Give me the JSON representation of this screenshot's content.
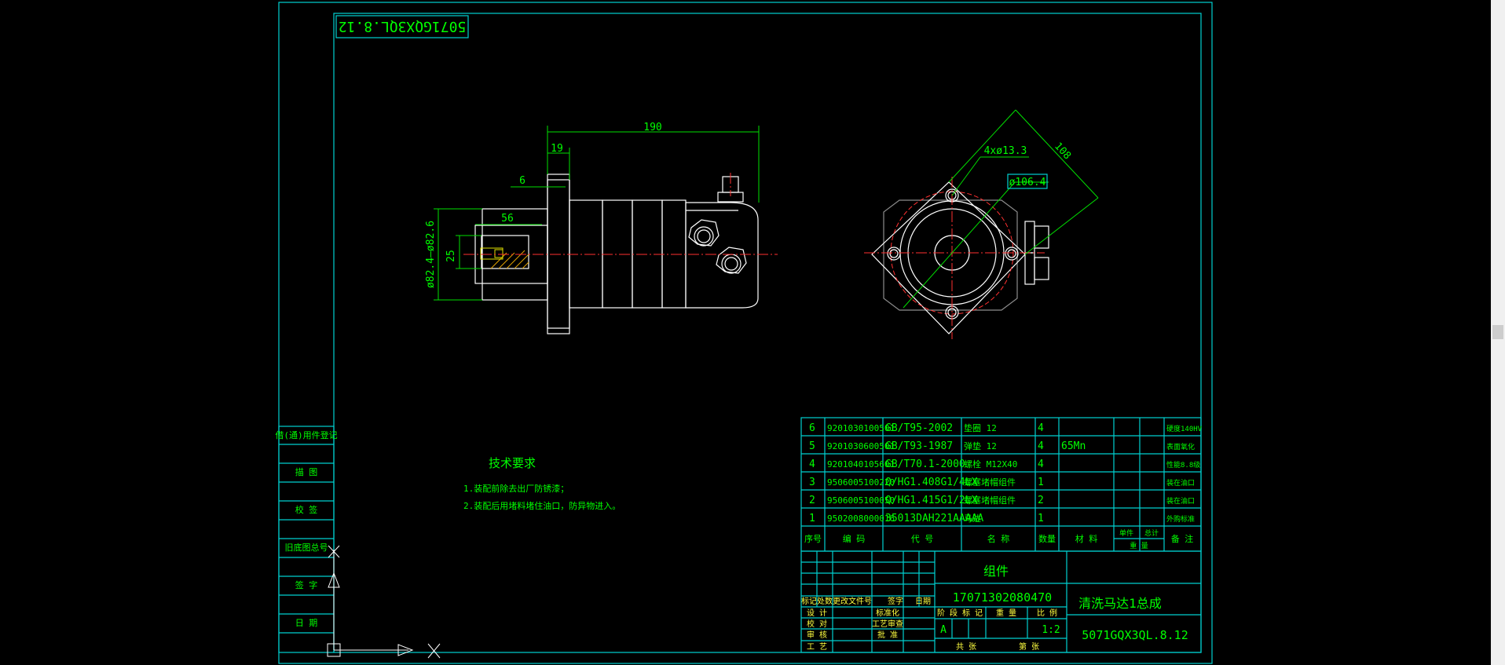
{
  "drawing": {
    "stamp": "5071GQX3QL.8.12",
    "dims": {
      "total_length": "190",
      "flange_thick": "19",
      "shaft_step": "6",
      "key_length": "56",
      "key_height": "25",
      "pilot_dia": "ø82.4–ø82.6",
      "bolt_holes": "4xø13.3",
      "pcd": "ø106.4",
      "flange_diag": "108"
    },
    "notes": {
      "title": "技术要求",
      "line1": "1.装配前除去出厂防锈漆；",
      "line2": "2.装配后用堵料堵住油口，防异物进入。"
    },
    "left_margin_labels": [
      "借(通)用件登记",
      "描 图",
      "校 签",
      "旧底图总号",
      "签 字",
      "日 期"
    ],
    "bom": {
      "rows": [
        {
          "no": "6",
          "code": "9201030100501",
          "std": "GB/T95-2002",
          "name": "垫圈 12",
          "qty": "4",
          "mat": "",
          "note": "硬度140HV"
        },
        {
          "no": "5",
          "code": "9201030600501",
          "std": "GB/T93-1987",
          "name": "弹垫 12",
          "qty": "4",
          "mat": "65Mn",
          "note": "表面氧化"
        },
        {
          "no": "4",
          "code": "9201040105601",
          "std": "GB/T70.1-2000",
          "name": "螺栓 M12X40",
          "qty": "4",
          "mat": "",
          "note": "性能8.8级"
        },
        {
          "no": "3",
          "code": "9506005100220",
          "std": "Q/HG1.408G1/4LX",
          "name": "螺塞堵帽组件",
          "qty": "1",
          "mat": "",
          "note": "装在油口"
        },
        {
          "no": "2",
          "code": "9506005100050",
          "std": "Q/HG1.415G1/2LX",
          "name": "螺塞堵帽组件",
          "qty": "2",
          "mat": "",
          "note": "装在油口"
        },
        {
          "no": "1",
          "code": "9502008000016",
          "std": "35013DAH221AAAAA",
          "name": "马达",
          "qty": "1",
          "mat": "",
          "note": "外购标准"
        }
      ],
      "header": {
        "no": "序号",
        "code": "编 码",
        "std": "代 号",
        "name": "名 称",
        "qty": "数量",
        "mat": "材 料",
        "unit_w": "单件",
        "total_w": "总计",
        "weight": "重 量",
        "note": "备 注"
      }
    },
    "title_block": {
      "category": "组件",
      "drawing_no": "17071302080470",
      "name": "清洗马达1总成",
      "code": "5071GQX3QL.8.12",
      "stage": "A",
      "scale": "1:2",
      "labels": {
        "mark": "标记",
        "count": "处数",
        "file_no": "更改文件号",
        "sign": "签字",
        "date": "日期",
        "design": "设 计",
        "std_check": "标准化",
        "check": "校 对",
        "review": "审 核",
        "process": "工 艺",
        "approve": "批 准",
        "stage": "阶 段 标 记",
        "weight": "重 量",
        "scale_lbl": "比 例",
        "sheets": "共 张",
        "sheet": "第 张",
        "craft": "工艺审查"
      }
    },
    "colors": {
      "frame": "#00d0d0",
      "text": "#00ff00",
      "part": "#ffffff",
      "center": "#ff3030"
    }
  }
}
